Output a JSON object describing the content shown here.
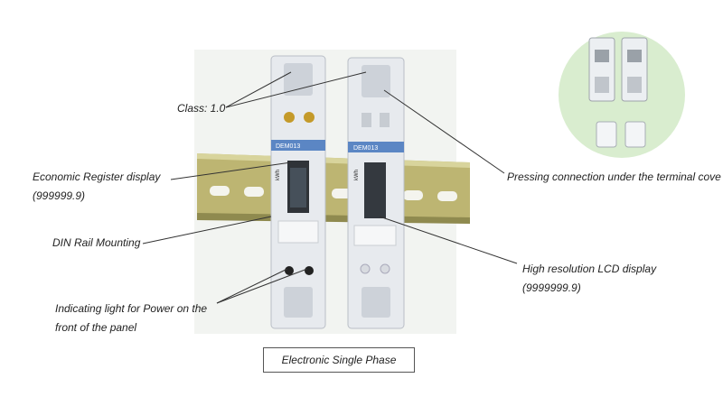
{
  "labels": {
    "class": "Class: 1.0",
    "economic_register_line1": "Economic Register display",
    "economic_register_line2": "(999999.9)",
    "din_rail": "DIN Rail Mounting",
    "indicating_light_line1": "Indicating light for Power on the",
    "indicating_light_line2": "front of the panel",
    "pressing_connection": "Pressing connection under the terminal cove",
    "lcd_line1": "High resolution LCD display",
    "lcd_line2": "(9999999.9)"
  },
  "caption": "Electronic Single Phase",
  "meter_left": {
    "model": "DEM013",
    "unit": "kWh"
  },
  "meter_right": {
    "model": "DEM013",
    "unit": "kWh"
  },
  "colors": {
    "rail": "#b9b06a",
    "meter_body": "#e9ecef",
    "model_strip": "#5b86c4",
    "inset_bg": "#d9edcf",
    "leader": "#333333"
  }
}
